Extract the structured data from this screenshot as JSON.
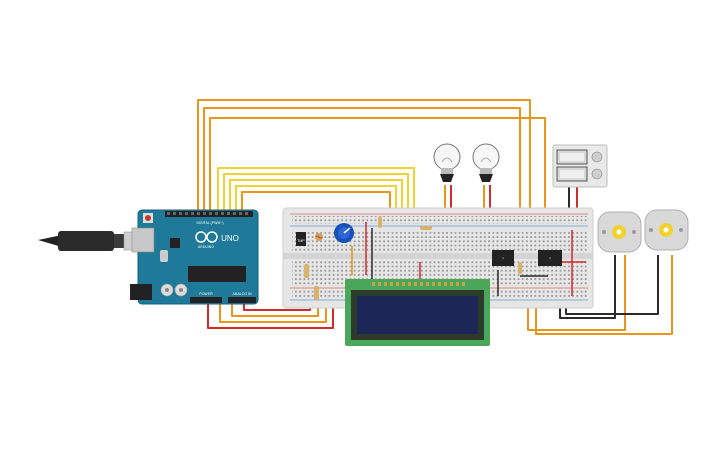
{
  "scene": {
    "type": "circuit-simulator-canvas"
  },
  "arduino": {
    "logo": "ARDUINO",
    "model": "UNO",
    "header_digital": "DIGITAL (PWM~)",
    "header_power": "POWER",
    "header_analog": "ANALOG IN"
  },
  "components": {
    "temp_sensor_label": "TMP",
    "motor_count": 2,
    "lamp_count": 2,
    "relay_count": 2
  },
  "colors": {
    "wire_orange": "#e8951a",
    "wire_yellow": "#f0d230",
    "wire_red": "#d22b2b",
    "wire_black": "#2b2b2b",
    "board_blue": "#1f7a99",
    "lcd_green": "#4aa75a",
    "lcd_screen": "#1c2657",
    "breadboard": "#e6e6e6"
  }
}
